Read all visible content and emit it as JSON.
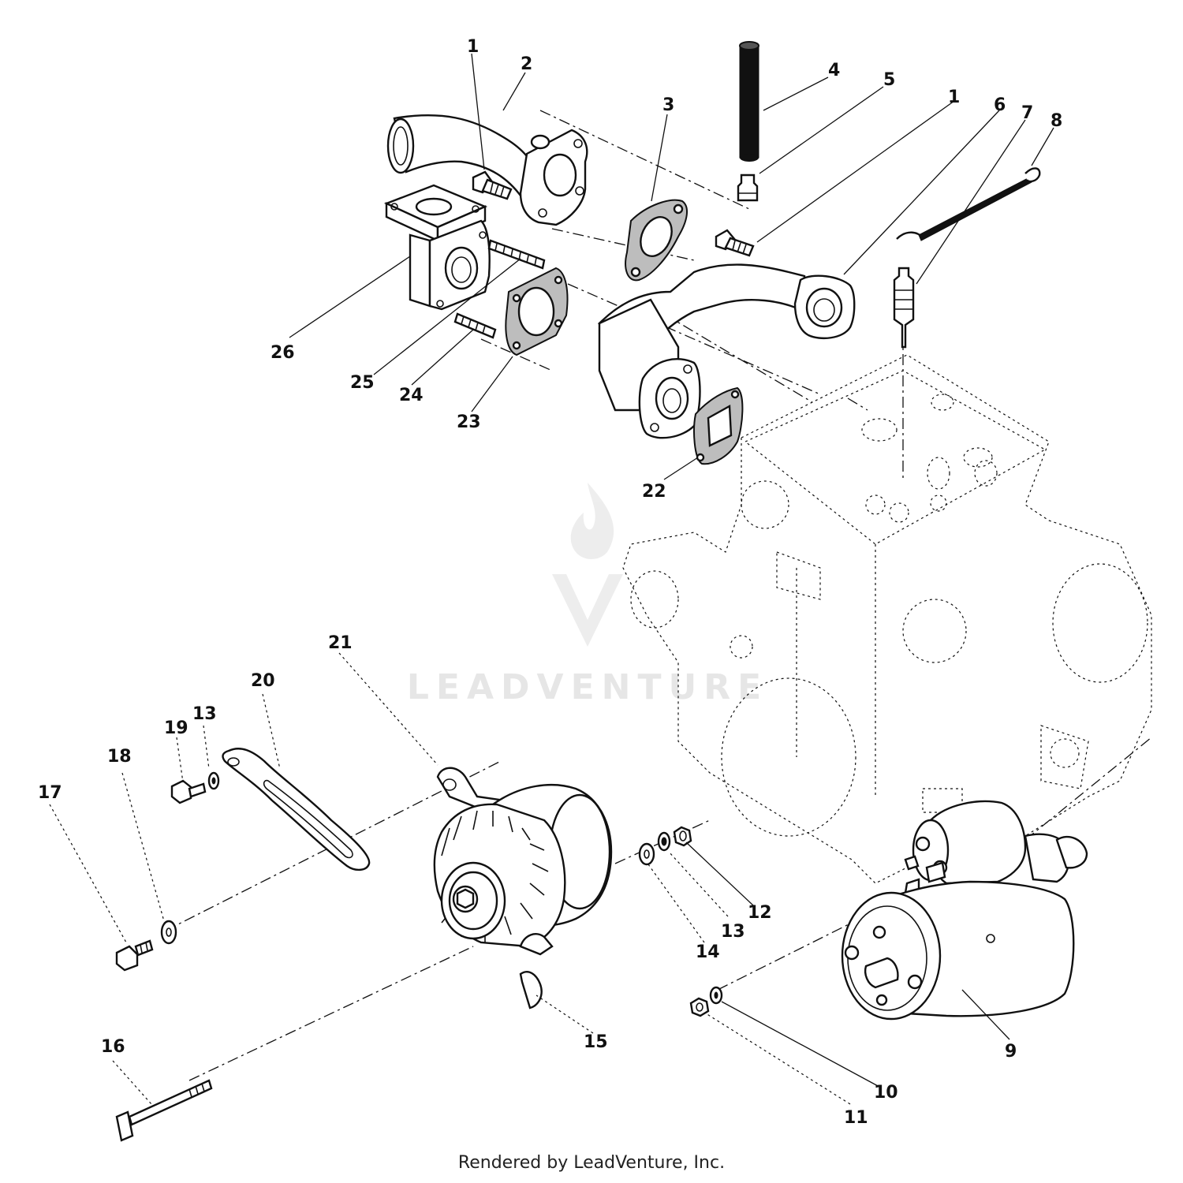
{
  "footer": {
    "text": "Rendered by LeadVenture, Inc."
  },
  "watermark": {
    "text": "LEADVENTURE"
  },
  "callouts": {
    "c1a": "1",
    "c2": "2",
    "c3": "3",
    "c4": "4",
    "c5": "5",
    "c1b": "1",
    "c6": "6",
    "c7": "7",
    "c8": "8",
    "c26": "26",
    "c25": "25",
    "c24": "24",
    "c23": "23",
    "c22": "22",
    "c21": "21",
    "c20": "20",
    "c19": "19",
    "c13a": "13",
    "c18": "18",
    "c17": "17",
    "c16": "16",
    "c15": "15",
    "c14": "14",
    "c13b": "13",
    "c12": "12",
    "c9": "9",
    "c10": "10",
    "c11": "11"
  }
}
